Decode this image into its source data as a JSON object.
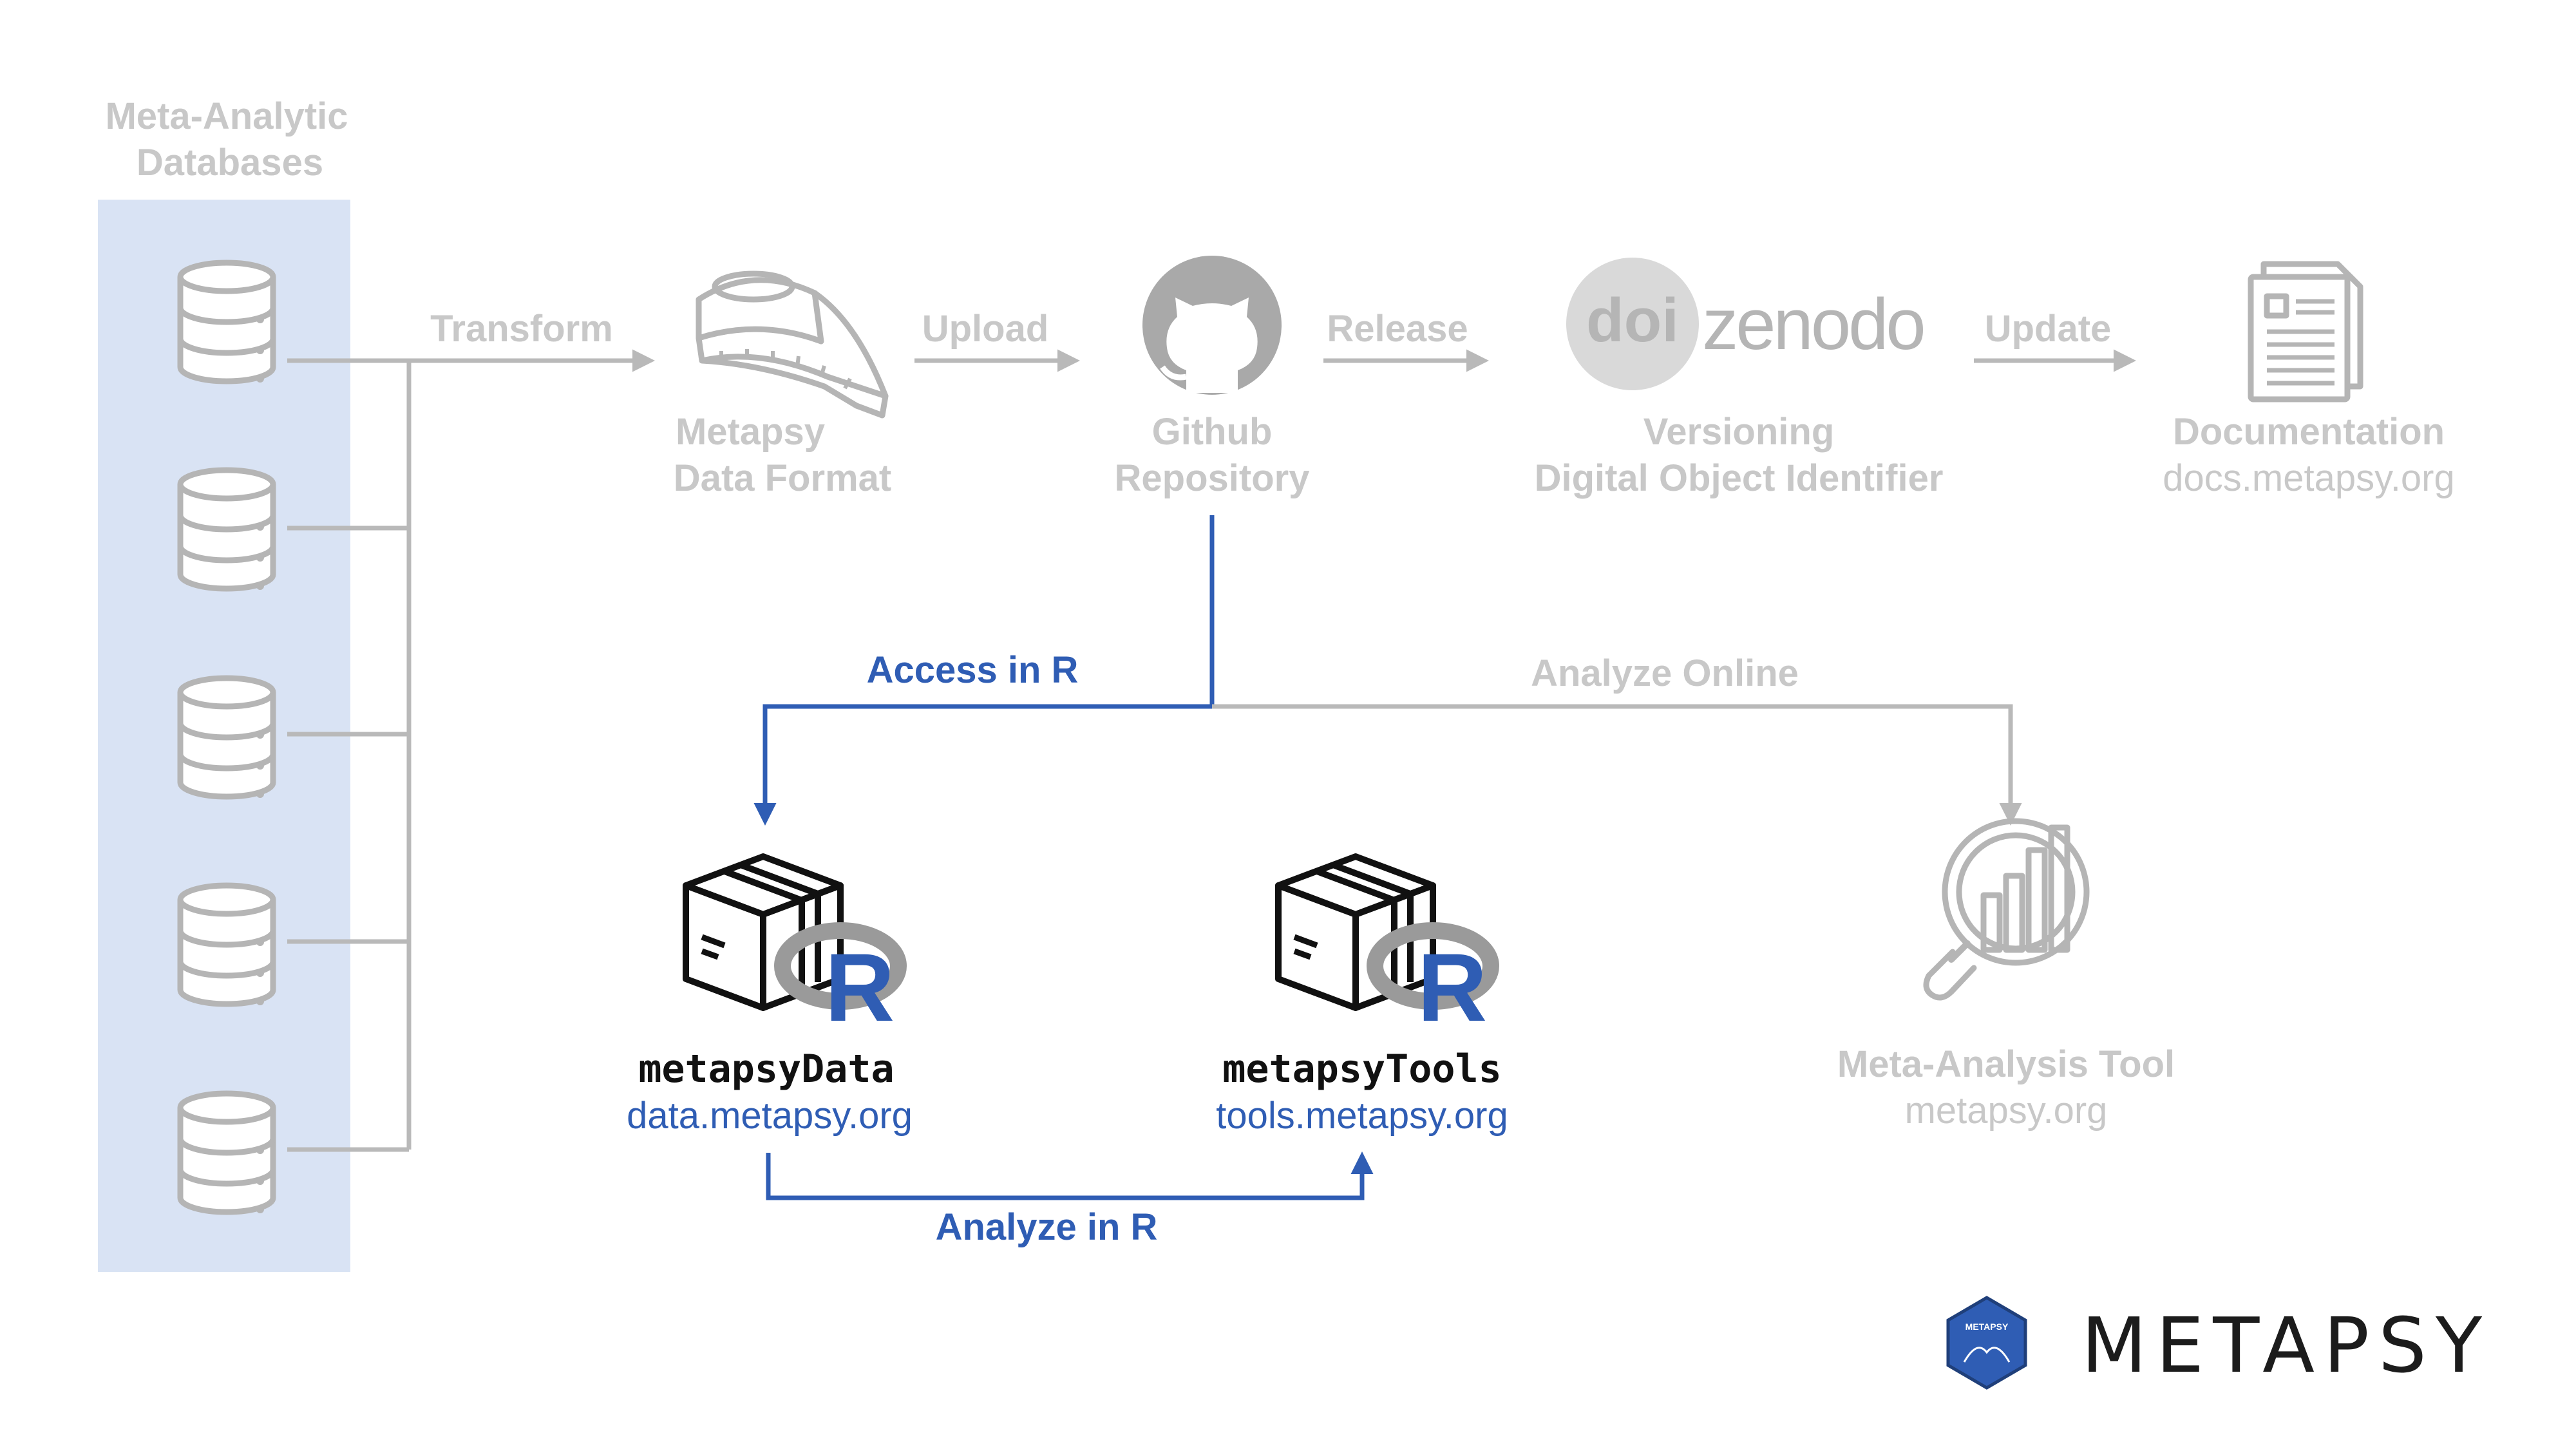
{
  "databases": {
    "title_line1": "Meta-Analytic",
    "title_line2": "Databases",
    "panel_color": "#d9e3f4",
    "icon": "database-icon"
  },
  "flow": {
    "transform": "Transform",
    "upload": "Upload",
    "release": "Release",
    "update": "Update",
    "access_r": "Access in R",
    "analyze_online": "Analyze Online",
    "analyze_r": "Analyze in R"
  },
  "nodes": {
    "format": {
      "line1": "Metapsy",
      "line2": "Data Format",
      "icon": "measuring-tape-icon"
    },
    "github": {
      "line1": "Github",
      "line2": "Repository",
      "icon": "github-icon"
    },
    "zenodo": {
      "doi": "doi",
      "logo": "zenodo",
      "line1": "Versioning",
      "line2": "Digital Object Identifier"
    },
    "docs": {
      "line1": "Documentation",
      "line2": "docs.metapsy.org",
      "icon": "document-icon"
    },
    "metapsy_data": {
      "name": "metapsyData",
      "url": "data.metapsy.org",
      "icon": "package-r-icon"
    },
    "metapsy_tools": {
      "name": "metapsyTools",
      "url": "tools.metapsy.org",
      "icon": "package-r-icon"
    },
    "meta_tool": {
      "line1": "Meta-Analysis Tool",
      "line2": "metapsy.org",
      "icon": "magnifier-chart-icon"
    }
  },
  "r_logo_letter": "R",
  "brand": {
    "name": "METAPSY",
    "badge_text": "METAPSY",
    "badge_color": "#2f5db4"
  },
  "colors": {
    "blue": "#2f5db4",
    "grey": "#c8c8c8",
    "line_grey": "#b9b9b9"
  }
}
